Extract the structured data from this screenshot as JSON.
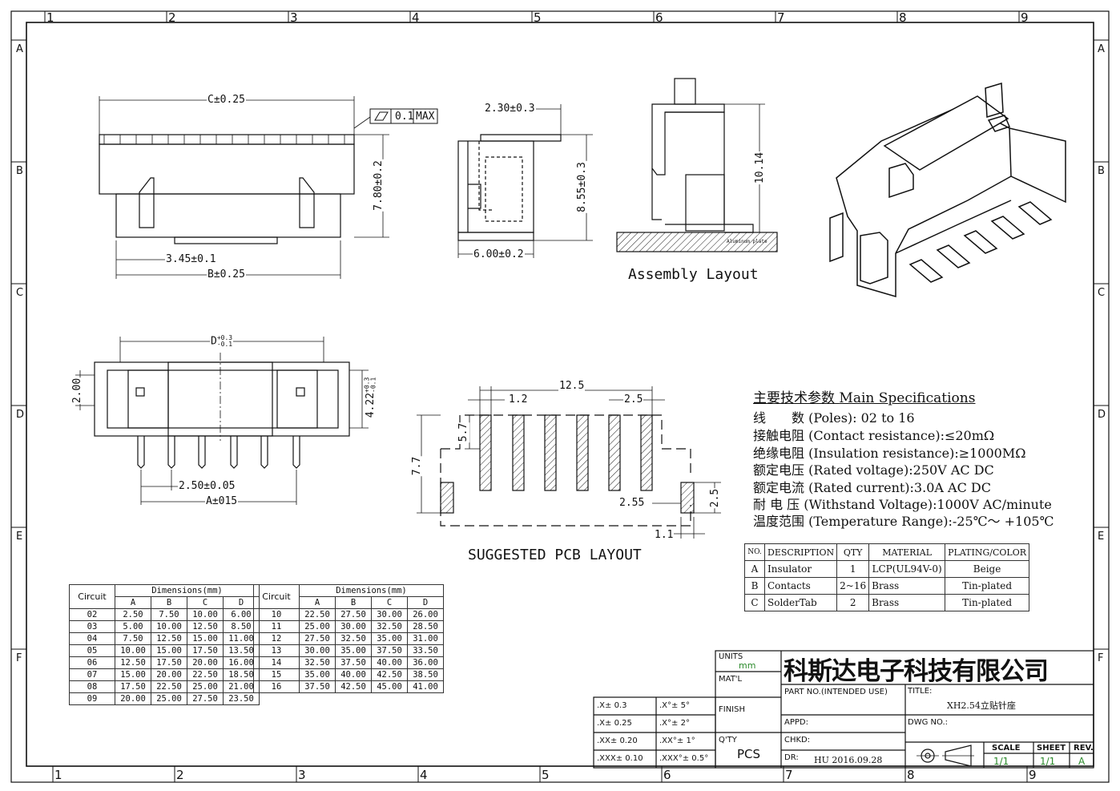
{
  "frame": {
    "col_numbers": [
      "1",
      "2",
      "3",
      "4",
      "5",
      "6",
      "7",
      "8",
      "9"
    ],
    "row_letters": [
      "A",
      "B",
      "C",
      "D",
      "E",
      "F"
    ]
  },
  "dims": {
    "c": "C±0.25",
    "flatness": "0.1",
    "flatness_max": "MAX",
    "h780": "7.80±0.2",
    "d345": "3.45±0.1",
    "b": "B±0.25",
    "d230": "2.30±0.3",
    "h855": "8.55±0.3",
    "d600": "6.00±0.2",
    "h1014": "10.14",
    "aluminum": "Aluminum plate",
    "d_main": "D",
    "d_tol_top": "+0.3",
    "d_tol_bot": "-0.1",
    "h200": "2.00",
    "h422": "4.22",
    "h422_tol_top": "+0.3",
    "h422_tol_bot": "-0.1",
    "p250": "2.50±0.05",
    "a": "A±015",
    "pcb_125": "12.5",
    "pcb_12": "1.2",
    "pcb_25": "2.5",
    "pcb_57": "5.7",
    "pcb_77": "7.7",
    "pcb_255": "2.55",
    "pcb_25v": "2.5",
    "pcb_11": "1.1"
  },
  "captions": {
    "assembly": "Assembly Layout",
    "pcb": "SUGGESTED PCB LAYOUT"
  },
  "specs": {
    "title_cn": "主要技术参数",
    "title_en": "Main Specifications",
    "rows": [
      {
        "cn": "线　　数",
        "en": "(Poles): 02 to 16"
      },
      {
        "cn": "接触电阻",
        "en": "(Contact resistance):≤20mΩ"
      },
      {
        "cn": "绝缘电阻",
        "en": "(Insulation resistance):≥1000MΩ"
      },
      {
        "cn": "额定电压",
        "en": "(Rated voltage):250V AC DC"
      },
      {
        "cn": "额定电流",
        "en": "(Rated current):3.0A AC DC"
      },
      {
        "cn": "耐 电 压",
        "en": "(Withstand Voltage):1000V AC/minute"
      },
      {
        "cn": "温度范围",
        "en": "(Temperature Range):-25℃～ +105℃"
      }
    ]
  },
  "bom": {
    "headers": [
      "NO.",
      "DESCRIPTION",
      "QTY",
      "MATERIAL",
      "PLATING/COLOR"
    ],
    "rows": [
      [
        "A",
        "Insulator",
        "1",
        "LCP(UL94V-0)",
        "Beige"
      ],
      [
        "B",
        "Contacts",
        "2~16",
        "Brass",
        "Tin-plated"
      ],
      [
        "C",
        "SolderTab",
        "2",
        "Brass",
        "Tin-plated"
      ]
    ]
  },
  "dim_table": {
    "circuit_label": "Circuit",
    "dims_label": "Dimensions(mm)",
    "cols": [
      "A",
      "B",
      "C",
      "D"
    ],
    "left": [
      [
        "02",
        "2.50",
        "7.50",
        "10.00",
        "6.00"
      ],
      [
        "03",
        "5.00",
        "10.00",
        "12.50",
        "8.50"
      ],
      [
        "04",
        "7.50",
        "12.50",
        "15.00",
        "11.00"
      ],
      [
        "05",
        "10.00",
        "15.00",
        "17.50",
        "13.50"
      ],
      [
        "06",
        "12.50",
        "17.50",
        "20.00",
        "16.00"
      ],
      [
        "07",
        "15.00",
        "20.00",
        "22.50",
        "18.50"
      ],
      [
        "08",
        "17.50",
        "22.50",
        "25.00",
        "21.00"
      ],
      [
        "09",
        "20.00",
        "25.00",
        "27.50",
        "23.50"
      ]
    ],
    "right": [
      [
        "10",
        "22.50",
        "27.50",
        "30.00",
        "26.00"
      ],
      [
        "11",
        "25.00",
        "30.00",
        "32.50",
        "28.50"
      ],
      [
        "12",
        "27.50",
        "32.50",
        "35.00",
        "31.00"
      ],
      [
        "13",
        "30.00",
        "35.00",
        "37.50",
        "33.50"
      ],
      [
        "14",
        "32.50",
        "37.50",
        "40.00",
        "36.00"
      ],
      [
        "15",
        "35.00",
        "40.00",
        "42.50",
        "38.50"
      ],
      [
        "16",
        "37.50",
        "42.50",
        "45.00",
        "41.00"
      ]
    ]
  },
  "tolerances": [
    [
      ".X± 0.3",
      ".X°± 5°"
    ],
    [
      ".X± 0.25",
      ".X°± 2°"
    ],
    [
      ".XX± 0.20",
      ".XX°± 1°"
    ],
    [
      ".XXX± 0.10",
      ".XXX°± 0.5°"
    ]
  ],
  "title_block": {
    "company": "科斯达电子科技有限公司",
    "units_label": "UNITS",
    "units_value": "mm",
    "matl_label": "MAT'L",
    "finish_label": "FINISH",
    "qty_label": "Q'TY",
    "qty_value": "PCS",
    "part_no_label": "PART NO.(INTENDED USE)",
    "title_label": "TITLE:",
    "title_value": "XH2.54立贴针座",
    "appd_label": "APPD:",
    "dwg_label": "DWG NO.:",
    "chkd_label": "CHKD:",
    "dr_label": "DR:",
    "dr_value": "HU 2016.09.28",
    "scale_label": "SCALE",
    "scale_value": "1/1",
    "sheet_label": "SHEET",
    "sheet_value": "1/1",
    "rev_label": "REV.",
    "rev_value": "A"
  }
}
